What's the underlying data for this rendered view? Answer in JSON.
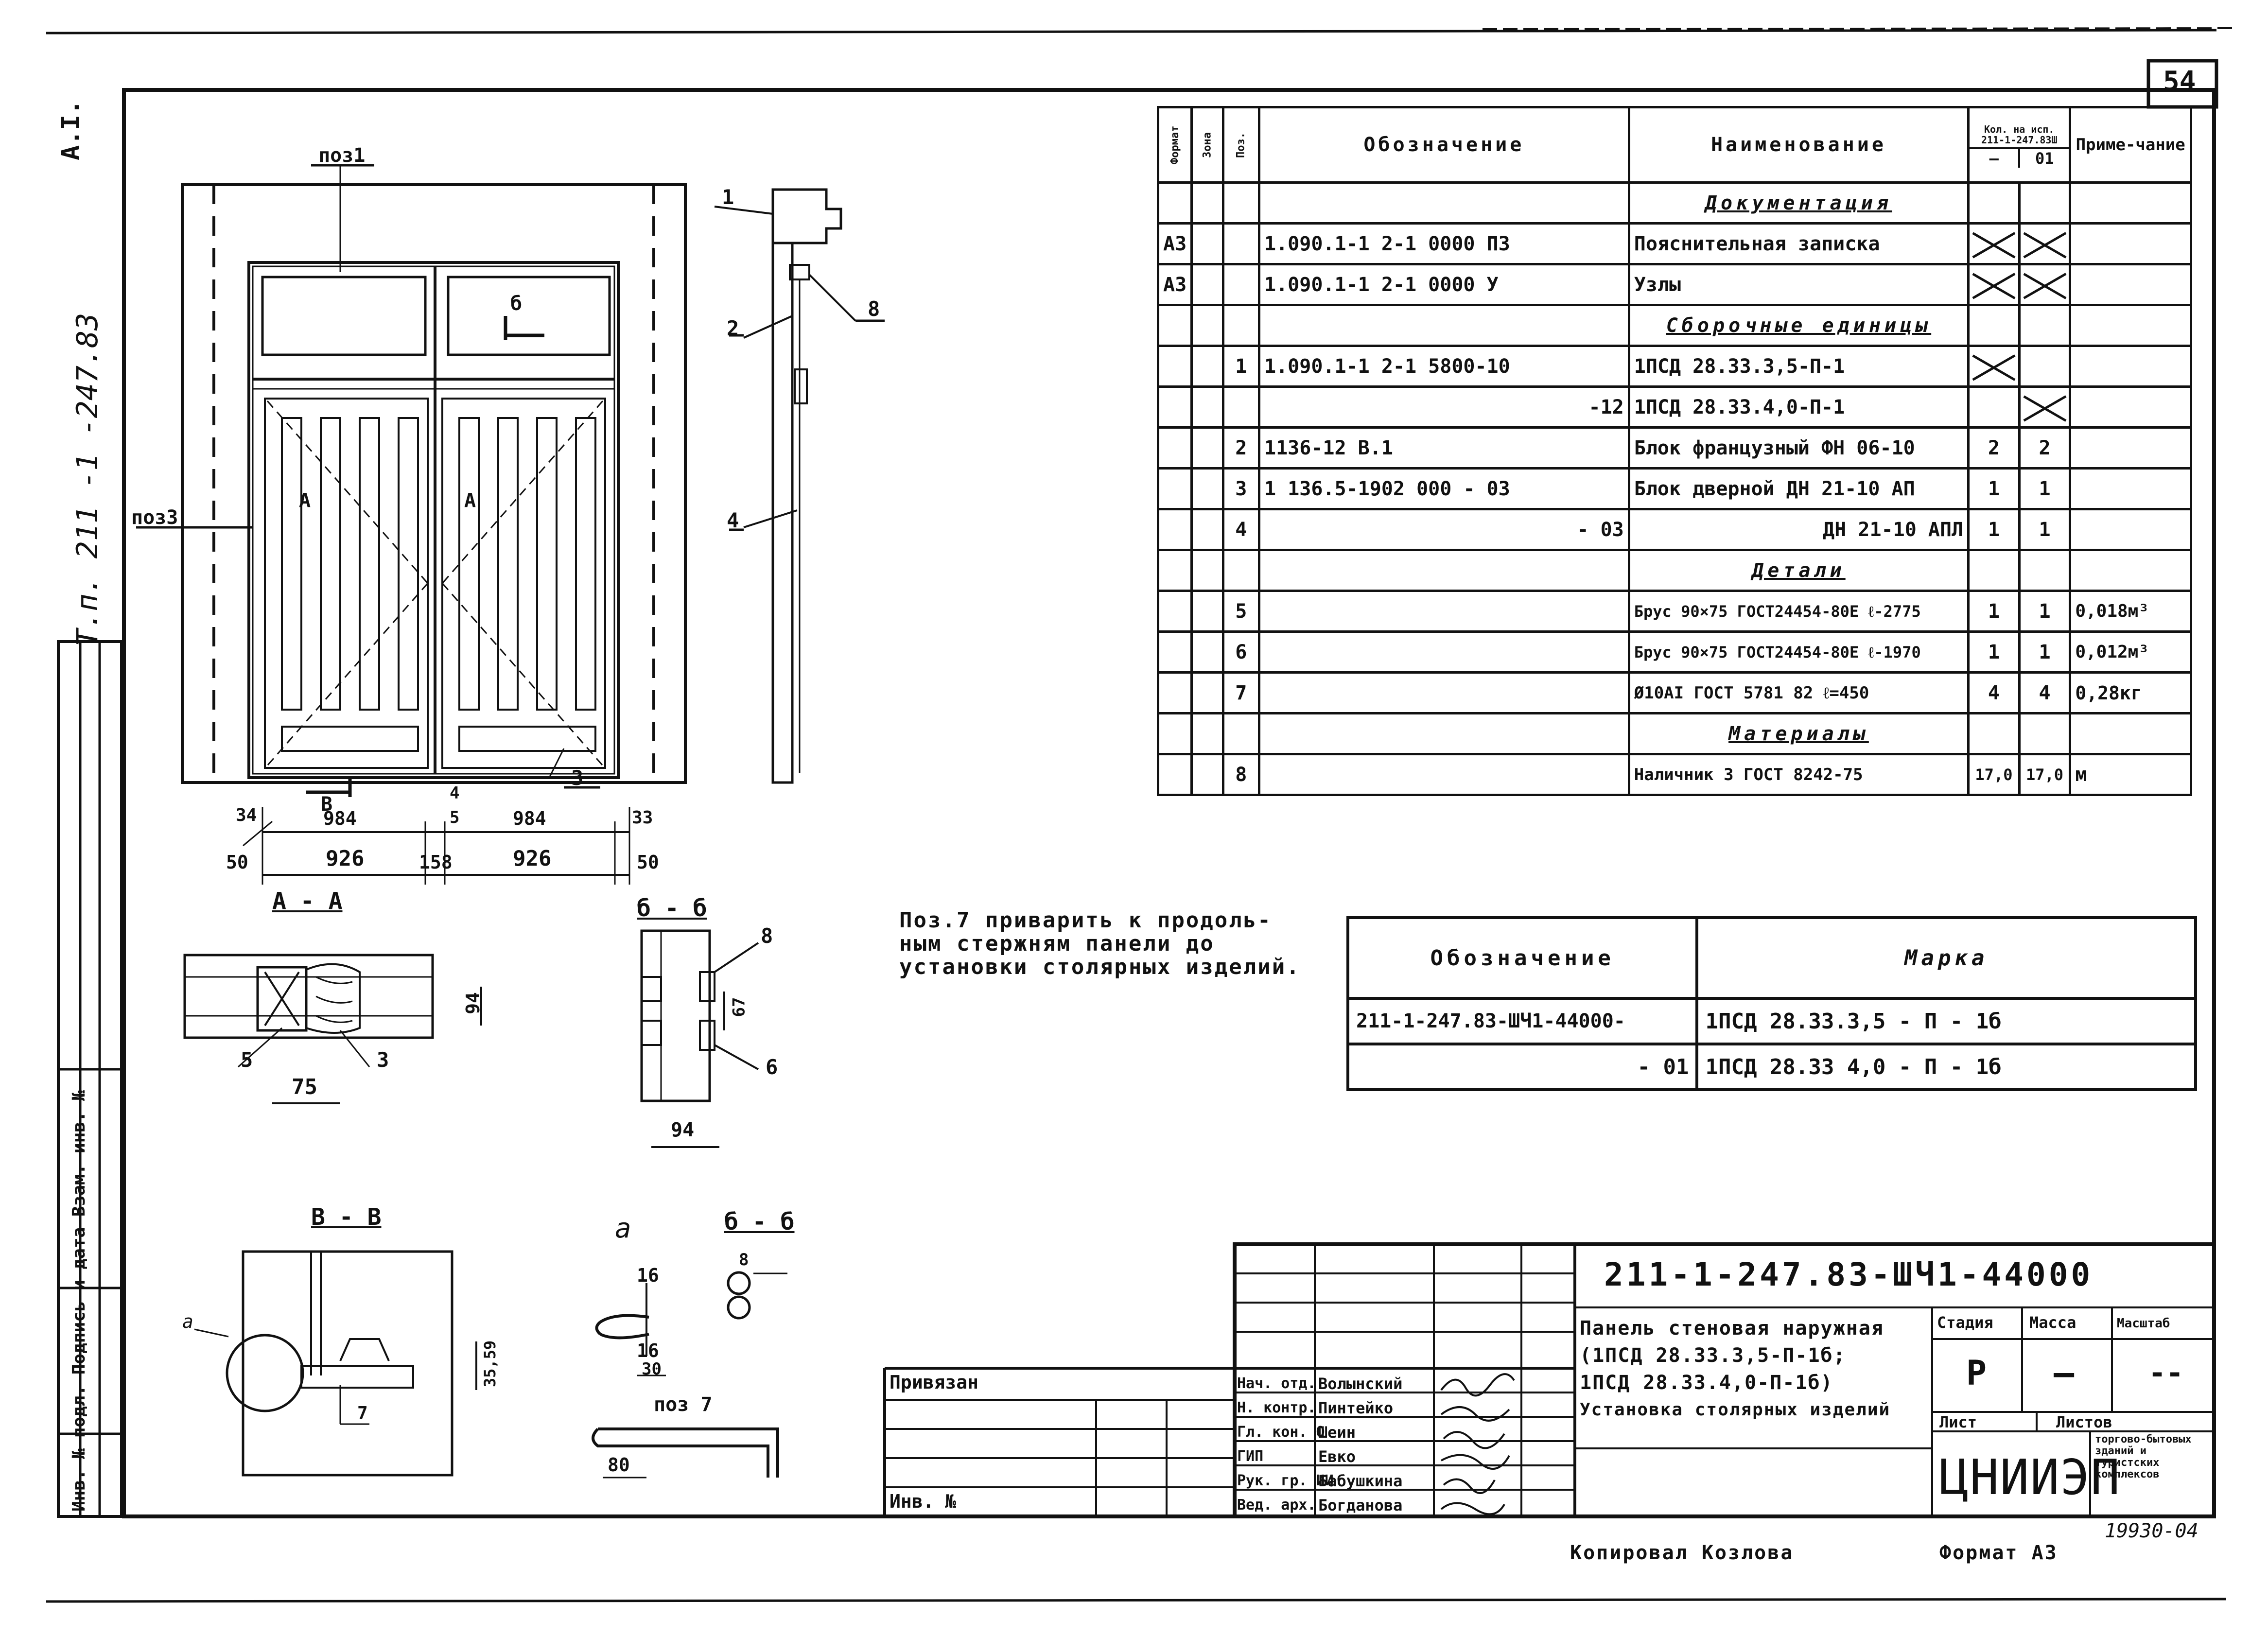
{
  "sheet": {
    "page_number": "54",
    "project_code_vertical": "Т.п. 211 -1 -247.83",
    "album_vertical": "А.I.",
    "stamp_vertical": "Инв. № подл. Подпись и дата Взам. инв. №"
  },
  "drawing": {
    "callouts": {
      "poz1": "поз1",
      "poz3": "поз3",
      "n1": "1",
      "n2": "2",
      "n3": "3",
      "n4": "4",
      "n8": "8",
      "n5": "5",
      "n6": "6",
      "n7": "7",
      "n3b": "3"
    },
    "section_marks": {
      "b_top": "б",
      "v_bottom": "В",
      "a_left": "А",
      "a_right": "А"
    },
    "dims": {
      "d34": "34",
      "d984a": "984",
      "d4": "4",
      "d5": "5",
      "d984b": "984",
      "d33": "33",
      "d50a": "50",
      "d926a": "926",
      "d158": "158",
      "d926b": "926",
      "d50b": "50",
      "d94v": "94",
      "d75": "75",
      "d67": "67",
      "d94h": "94",
      "d35": "35,59",
      "d30": "30",
      "d80": "80",
      "d8": "8",
      "d16a": "16",
      "d16b": "16"
    },
    "section_titles": {
      "aa": "А - А",
      "bb": "б - б",
      "vv": "В - В",
      "alpha": "а",
      "bb2": "б - б",
      "poz7": "поз 7",
      "a_small": "а"
    }
  },
  "note": {
    "line1": "Поз.7 приварить к продоль-",
    "line2": "ным стержням панели до",
    "line3": "установки столярных изделий."
  },
  "spec": {
    "headers": {
      "format": "Формат",
      "zone": "Зона",
      "pos": "Поз.",
      "designation": "Обозначение",
      "name": "Наименование",
      "qty": "Кол. на исп. 211-1-247.83Ш",
      "qty_a": "—",
      "qty_b": "01",
      "note": "Приме-чание"
    },
    "sections": {
      "docs": "Документация",
      "asm": "Сборочные единицы",
      "parts": "Детали",
      "mat": "Материалы"
    },
    "rows": [
      {
        "format": "А3",
        "pos": "",
        "des": "1.090.1-1 2-1 0000 ПЗ",
        "name": "Пояснительная записка",
        "q1": "X",
        "q2": "X",
        "note": ""
      },
      {
        "format": "А3",
        "pos": "",
        "des": "1.090.1-1 2-1 0000 У",
        "name": "Узлы",
        "q1": "X",
        "q2": "X",
        "note": ""
      },
      {
        "format": "",
        "pos": "1",
        "des": "1.090.1-1 2-1 5800-10",
        "name": "1ПСД 28.33.3,5-П-1",
        "q1": "X",
        "q2": "",
        "note": ""
      },
      {
        "format": "",
        "pos": "",
        "des": "-12",
        "name": "1ПСД 28.33.4,0-П-1",
        "q1": "",
        "q2": "X",
        "note": ""
      },
      {
        "format": "",
        "pos": "2",
        "des": "1136-12 В.1",
        "name": "Блок французный ФН 06-10",
        "q1": "2",
        "q2": "2",
        "note": ""
      },
      {
        "format": "",
        "pos": "3",
        "des": "1 136.5-1902 000   - 03",
        "name": "Блок дверной ДН 21-10 АП",
        "q1": "1",
        "q2": "1",
        "note": ""
      },
      {
        "format": "",
        "pos": "4",
        "des": "- 03",
        "name": "ДН 21-10 АПЛ",
        "q1": "1",
        "q2": "1",
        "note": ""
      },
      {
        "format": "",
        "pos": "5",
        "des": "",
        "name": "Брус 90×75 ГОСТ24454-80Е ℓ-2775",
        "q1": "1",
        "q2": "1",
        "note": "0,018м³"
      },
      {
        "format": "",
        "pos": "6",
        "des": "",
        "name": "Брус 90×75 ГОСТ24454-80Е ℓ-1970",
        "q1": "1",
        "q2": "1",
        "note": "0,012м³"
      },
      {
        "format": "",
        "pos": "7",
        "des": "",
        "name": "Ø10АI ГОСТ 5781 82  ℓ=450",
        "q1": "4",
        "q2": "4",
        "note": "0,28кг"
      },
      {
        "format": "",
        "pos": "8",
        "des": "",
        "name": "Наличник 3 ГОСТ 8242-75",
        "q1": "17,0",
        "q2": "17,0",
        "note": "м"
      }
    ]
  },
  "marks": {
    "h_des": "Обозначение",
    "h_mark": "Марка",
    "rows": [
      {
        "des": "211-1-247.83-ШЧ1-44000-",
        "mark": "1ПСД 28.33.3,5 - П - 1б"
      },
      {
        "des": "- 01",
        "mark": "1ПСД 28.33 4,0 - П - 1б"
      }
    ]
  },
  "titleblock": {
    "code": "211-1-247.83-ШЧ1-44000",
    "title1": "Панель стеновая наружная",
    "title2": "(1ПСД 28.33.3,5-П-1б;",
    "title3": "1ПСД 28.33.4,0-П-1б)",
    "title4": "Установка столярных изделий",
    "stage_h": "Стадия",
    "mass_h": "Масса",
    "scale_h": "Масштаб",
    "stage": "Р",
    "mass": "—",
    "scale": "--",
    "sheet_h": "Лист",
    "sheets_h": "Листов",
    "org": "ЦНИИЭП",
    "org_sub": "торгово-бытовых зданий и туристских комплексов",
    "privyazan": "Привязан",
    "inv": "Инв. №",
    "roles": [
      {
        "role": "Нач. отд.",
        "name": "Волынский"
      },
      {
        "role": "Н. контр.",
        "name": "Пинтейко"
      },
      {
        "role": "Гл. кон. О",
        "name": "Шеин"
      },
      {
        "role": "ГИП",
        "name": "Евко"
      },
      {
        "role": "Рук. гр. ИИ",
        "name": "Бабушкина"
      },
      {
        "role": "Вед. арх.",
        "name": "Богданова"
      }
    ],
    "copied": "Копировал Козлова",
    "format": "Формат А3",
    "archive_no": "19930-04"
  }
}
